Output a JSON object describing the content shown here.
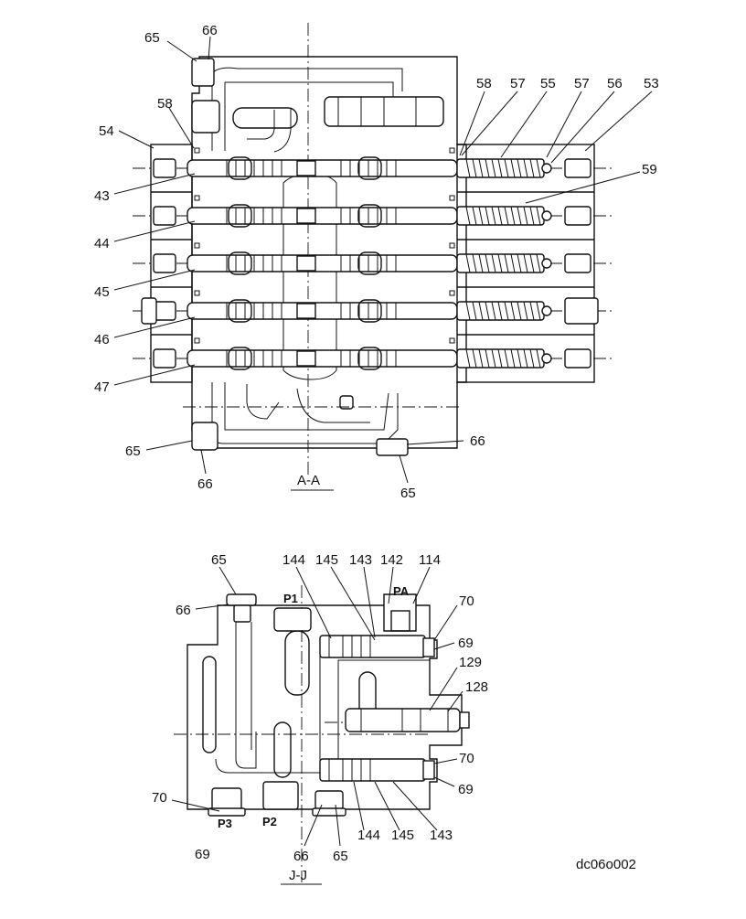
{
  "views": {
    "aa": {
      "title": "A-A",
      "labels": {
        "l65a": "65",
        "l66a": "66",
        "l58a": "58",
        "l54": "54",
        "l43": "43",
        "l44": "44",
        "l45": "45",
        "l46": "46",
        "l47": "47",
        "l58b": "58",
        "l57a": "57",
        "l55": "55",
        "l57b": "57",
        "l56": "56",
        "l53": "53",
        "l59": "59",
        "l65b": "65",
        "l66b": "66",
        "l66c": "66",
        "l65c": "65"
      }
    },
    "jj": {
      "title": "J-J",
      "ports": {
        "p1": "P1",
        "pa": "PA",
        "p3": "P3",
        "p2": "P2"
      },
      "labels": {
        "l65a": "65",
        "l66a": "66",
        "l144a": "144",
        "l145a": "145",
        "l143a": "143",
        "l142": "142",
        "l114": "114",
        "l70a": "70",
        "l69a": "69",
        "l129": "129",
        "l128": "128",
        "l70b": "70",
        "l69b": "69",
        "l70c": "70",
        "l69c": "69",
        "l144b": "144",
        "l145b": "145",
        "l143b": "143",
        "l66b": "66",
        "l65b": "65"
      }
    }
  },
  "figure_code": "dc06o002"
}
